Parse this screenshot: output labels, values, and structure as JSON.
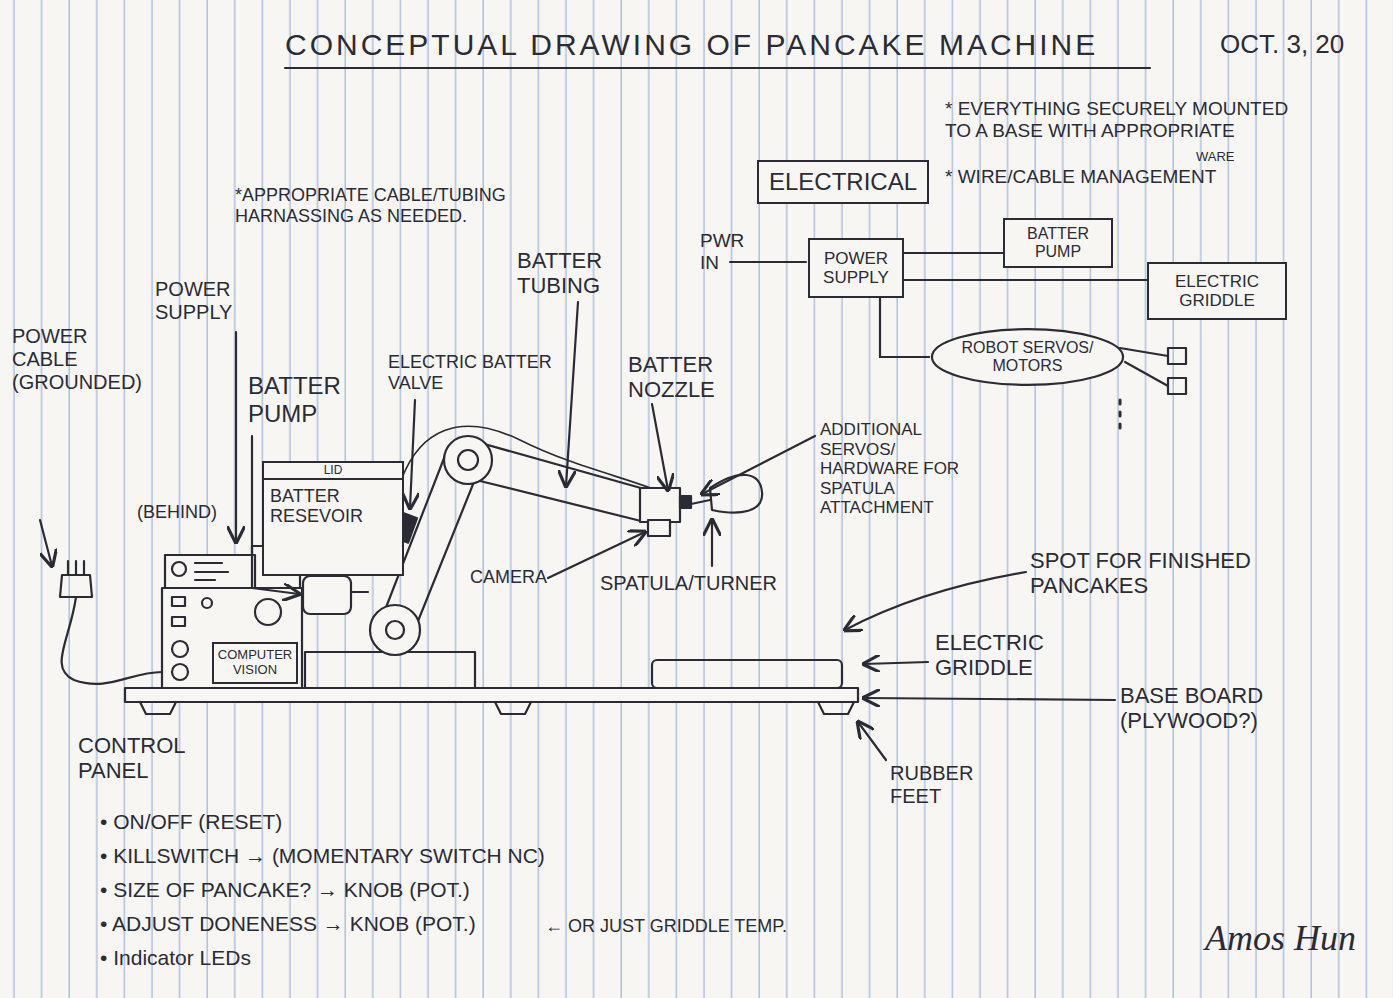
{
  "diagram": {
    "title": "CONCEPTUAL DRAWING OF PANCAKE MACHINE",
    "nodes": [
      {
        "text": [
          "ELECTRICAL"
        ]
      },
      {
        "text": [
          "POWER SUPPLY"
        ]
      },
      {
        "text": [
          "BATTER PUMP"
        ]
      },
      {
        "text": [
          "ELECTRIC GRIDDLE"
        ]
      },
      {
        "text": [
          "ROBOT SERVOS/ MOTORS"
        ]
      },
      {
        "text": [
          "LID"
        ]
      },
      {
        "text": [
          "BATTER RESEVOIR"
        ]
      },
      {
        "text": [
          "COMPUTER VISION"
        ]
      }
    ],
    "edges": [
      {
        "from": 1,
        "to": 2,
        "arrow": "none"
      },
      {
        "from": 1,
        "to": 3,
        "arrow": "none"
      },
      {
        "from": 1,
        "to": 4,
        "arrow": "none"
      }
    ],
    "labels": [
      "OCT. 3, 20",
      "* EVERYTHING SECURELY MOUNTED TO A BASE WITH APPROPRIATE",
      "* WIRE/CABLE MANAGEMENT",
      "WARE",
      "*APPROPRIATE CABLE/TUBING HARNASSING AS NEEDED.",
      "POWER SUPPLY",
      "POWER CABLE (GROUNDED)",
      "BATTER PUMP",
      "(BEHIND)",
      "ELECTRIC BATTER VALVE",
      "BATTER TUBING",
      "BATTER NOZZLE",
      "ADDITIONAL SERVOS/ HARDWARE FOR SPATULA ATTACHMENT",
      "CAMERA",
      "SPATULA/TURNER",
      "SPOT FOR FINISHED PANCAKES",
      "ELECTRIC GRIDDLE",
      "BASE BOARD (PLYWOOD?)",
      "RUBBER FEET",
      "PWR IN",
      "CONTROL PANEL",
      "• ON/OFF (RESET)",
      "• KILLSWITCH → (MOMENTARY SWITCH NC)",
      "• SIZE OF PANCAKE? → KNOB (POT.)",
      "• ADJUST DONENESS → KNOB (POT.)",
      "← OR JUST GRIDDLE TEMP.",
      "• Indicator LEDs",
      "Amos Hun"
    ]
  }
}
